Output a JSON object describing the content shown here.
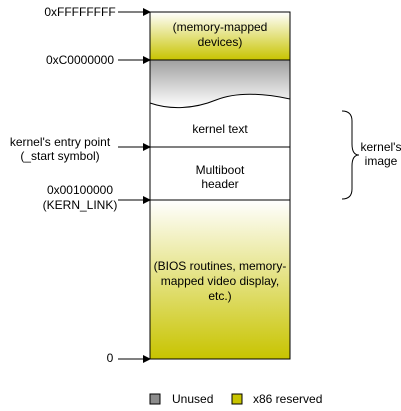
{
  "addresses": {
    "top": "0xFFFFFFFF",
    "kernel_base": "0xC0000000",
    "entry_point_line1": "kernel's entry point",
    "entry_point_line2": "(_start symbol)",
    "kern_link_line1": "0x00100000",
    "kern_link_line2": "(KERN_LINK)",
    "zero": "0"
  },
  "regions": {
    "devices_line1": "(memory-mapped",
    "devices_line2": "devices)",
    "kernel_text": "kernel text",
    "multiboot_line1": "Multiboot",
    "multiboot_line2": "header",
    "bios_line1": "(BIOS routines, memory-",
    "bios_line2": "mapped video display,",
    "bios_line3": "etc.)"
  },
  "brace_label": {
    "line1": "kernel's",
    "line2": "image"
  },
  "legend": {
    "unused": "Unused",
    "x86_reserved": "x86 reserved"
  },
  "colors": {
    "reserved_top": "#ffffff",
    "reserved_bottom": "#c8c400",
    "unused_top": "#a0a0a0",
    "unused_bottom": "#ffffff",
    "legend_unused": "#8c8c8c",
    "legend_reserved": "#c8c400"
  }
}
